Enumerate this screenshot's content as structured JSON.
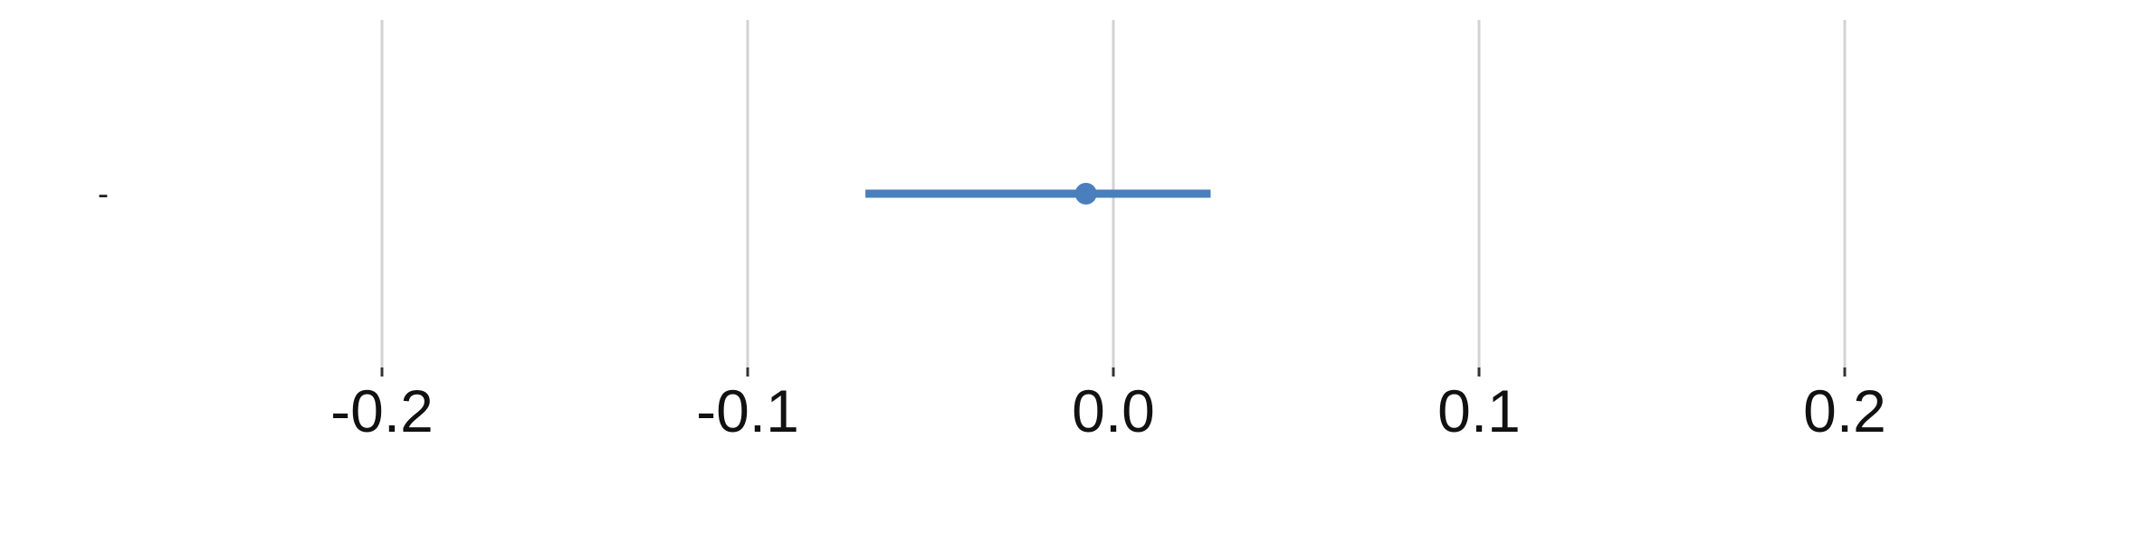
{
  "chart_data": {
    "type": "scatter",
    "title": "",
    "xlabel": "",
    "ylabel": "",
    "xlim": [
      -0.2,
      0.2
    ],
    "x_ticks": [
      -0.2,
      -0.1,
      0.0,
      0.1,
      0.2
    ],
    "x_tick_labels": [
      "-0.2",
      "-0.1",
      "0.0",
      "0.1",
      "0.2"
    ],
    "grid": true,
    "categories": [
      "-"
    ],
    "points": [
      {
        "label": "-",
        "estimate": -0.0075,
        "ci_low": -0.0678,
        "ci_high": 0.0266
      }
    ],
    "colors": {
      "series": "#4a7fbd",
      "grid": "#d3d3d3",
      "tick": "#333333"
    }
  }
}
